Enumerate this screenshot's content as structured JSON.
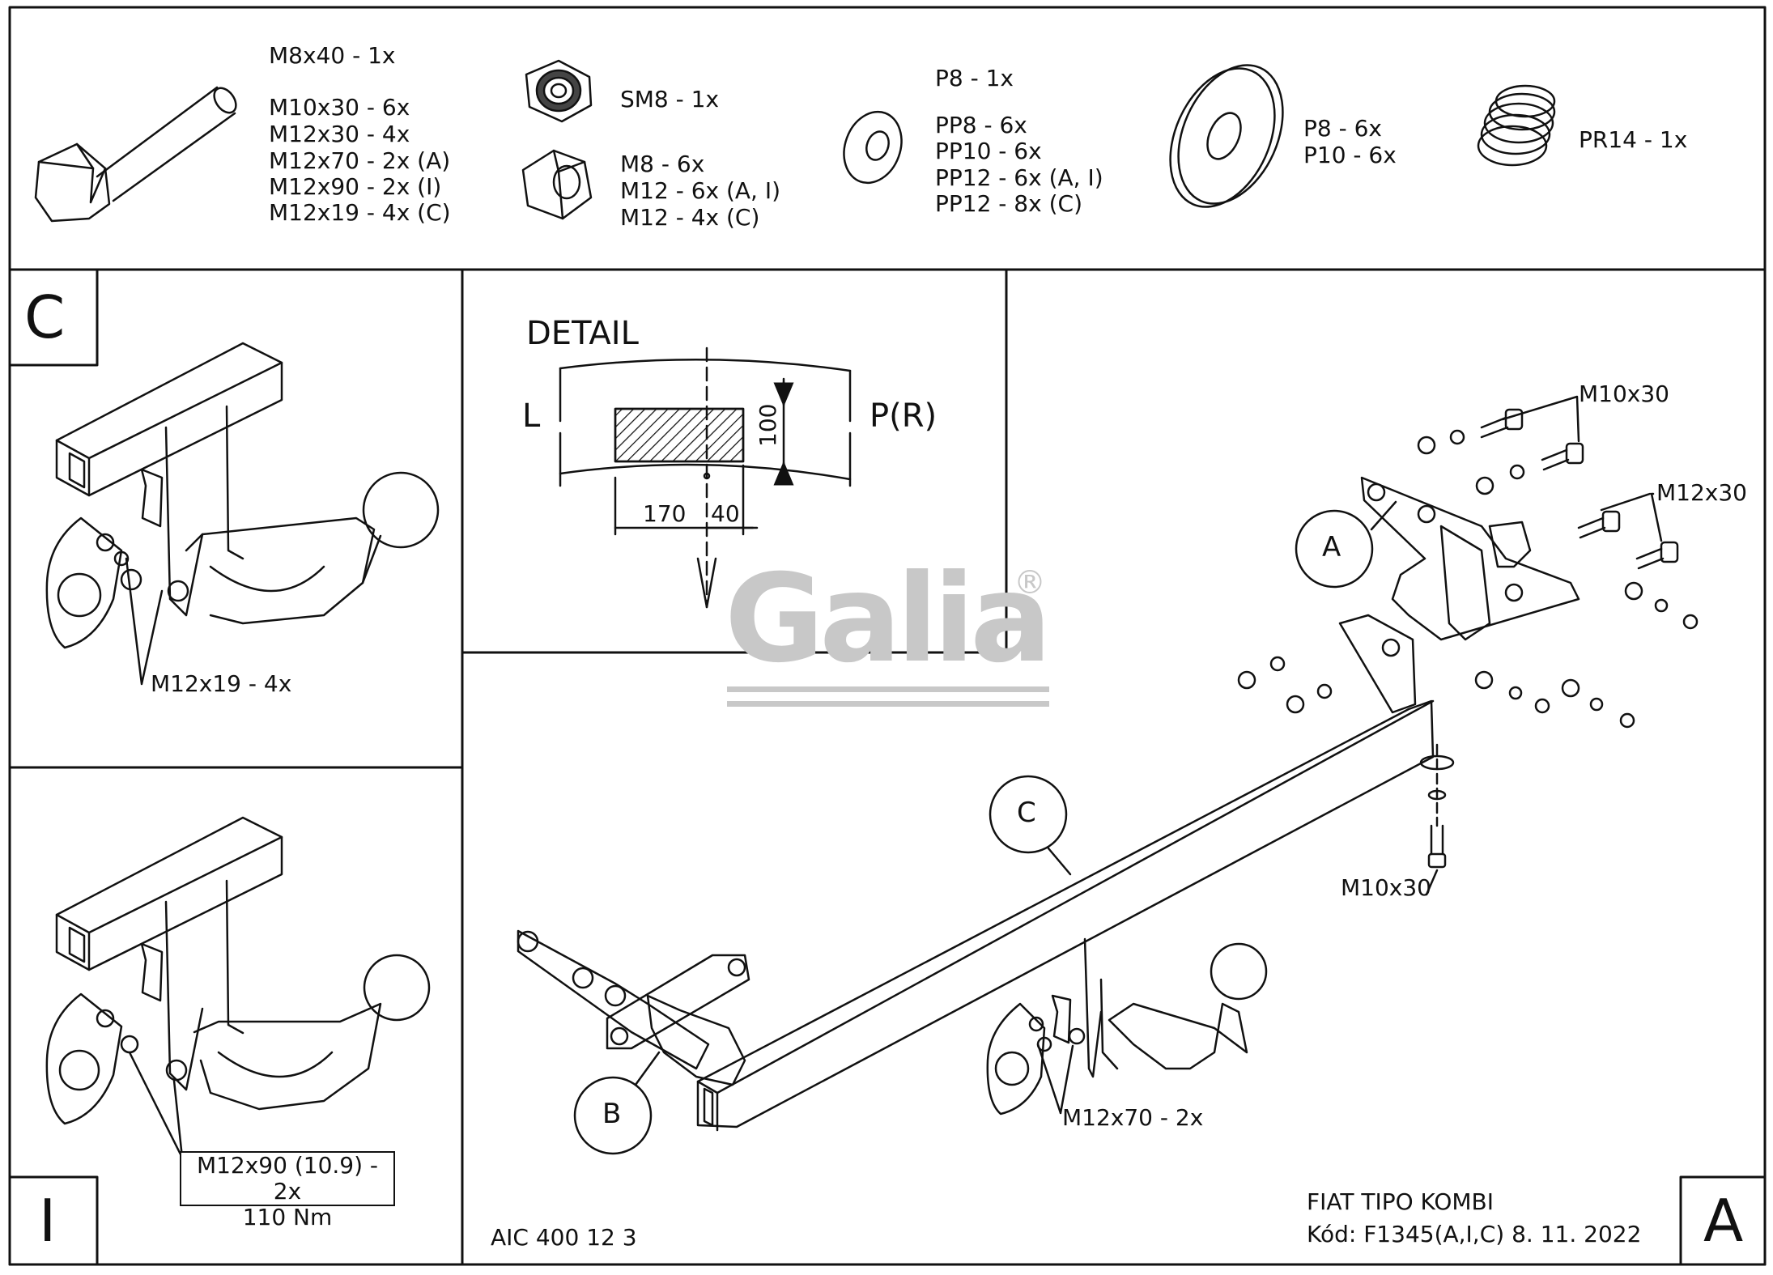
{
  "parts": {
    "bolt": [
      "M8x40 - 1x",
      "",
      "M10x30 - 6x",
      "M12x30 - 4x",
      "M12x70 - 2x (A)",
      "M12x90 - 2x (I)",
      "M12x19 - 4x (C)"
    ],
    "nylon_nut": "SM8 - 1x",
    "nut": [
      "M8 - 6x",
      "M12 - 6x (A, I)",
      "M12 - 4x (C)"
    ],
    "washer": [
      "P8 - 1x",
      "",
      "PP8 - 6x",
      "PP10 - 6x",
      "PP12 - 6x (A, I)",
      "PP12 - 8x (C)"
    ],
    "big_washer": [
      "P8 - 6x",
      "P10 - 6x"
    ],
    "spring_washer": "PR14 - 1x"
  },
  "panel_c": {
    "letter": "C",
    "callout": "M12x19 - 4x"
  },
  "panel_i": {
    "letter": "I",
    "callout_line1": "M12x90 (10.9) - 2x",
    "callout_line2": "110 Nm"
  },
  "detail": {
    "title": "DETAIL",
    "left": "L",
    "right": "P(R)",
    "dim_height": "100",
    "dim_a": "170",
    "dim_b": "40"
  },
  "logo": {
    "text": "Galia",
    "mark": "®"
  },
  "main": {
    "letter": "A",
    "bubble_a": "A",
    "bubble_b": "B",
    "bubble_c": "C",
    "m10x30_top": "M10x30",
    "m12x30": "M12x30",
    "m10x30_bottom": "M10x30",
    "m12x70": "M12x70 - 2x",
    "code": "AIC 400 12 3",
    "vehicle": "FIAT TIPO KOMBI",
    "kod": "Kód: F1345(A,I,C)  8. 11. 2022"
  }
}
